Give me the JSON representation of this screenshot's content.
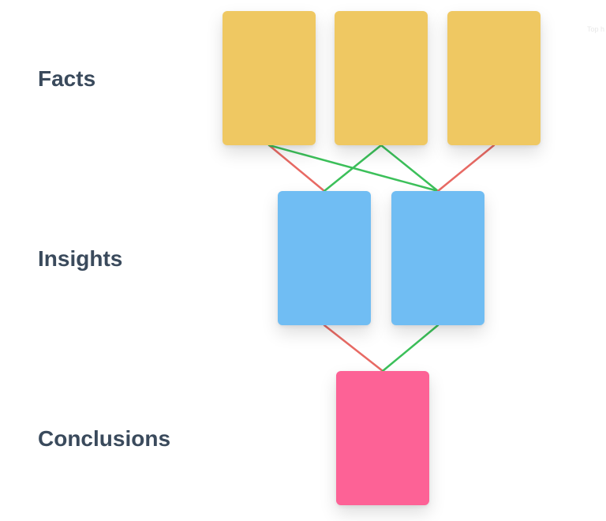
{
  "labels": {
    "facts": "Facts",
    "insights": "Insights",
    "conclusions": "Conclusions"
  },
  "corner_text": "Top h",
  "colors": {
    "facts": "#efc862",
    "insights": "#70bdf3",
    "conclusions": "#fd6296",
    "link_green": "#3cc05a",
    "link_red": "#e86a64"
  },
  "links": [
    {
      "from": "fact-1",
      "to": "insight-1",
      "color": "red"
    },
    {
      "from": "fact-1",
      "to": "insight-2",
      "color": "green"
    },
    {
      "from": "fact-2",
      "to": "insight-1",
      "color": "green"
    },
    {
      "from": "fact-2",
      "to": "insight-2",
      "color": "green"
    },
    {
      "from": "fact-3",
      "to": "insight-2",
      "color": "red"
    },
    {
      "from": "insight-1",
      "to": "conclusion-1",
      "color": "red"
    },
    {
      "from": "insight-2",
      "to": "conclusion-1",
      "color": "green"
    }
  ]
}
